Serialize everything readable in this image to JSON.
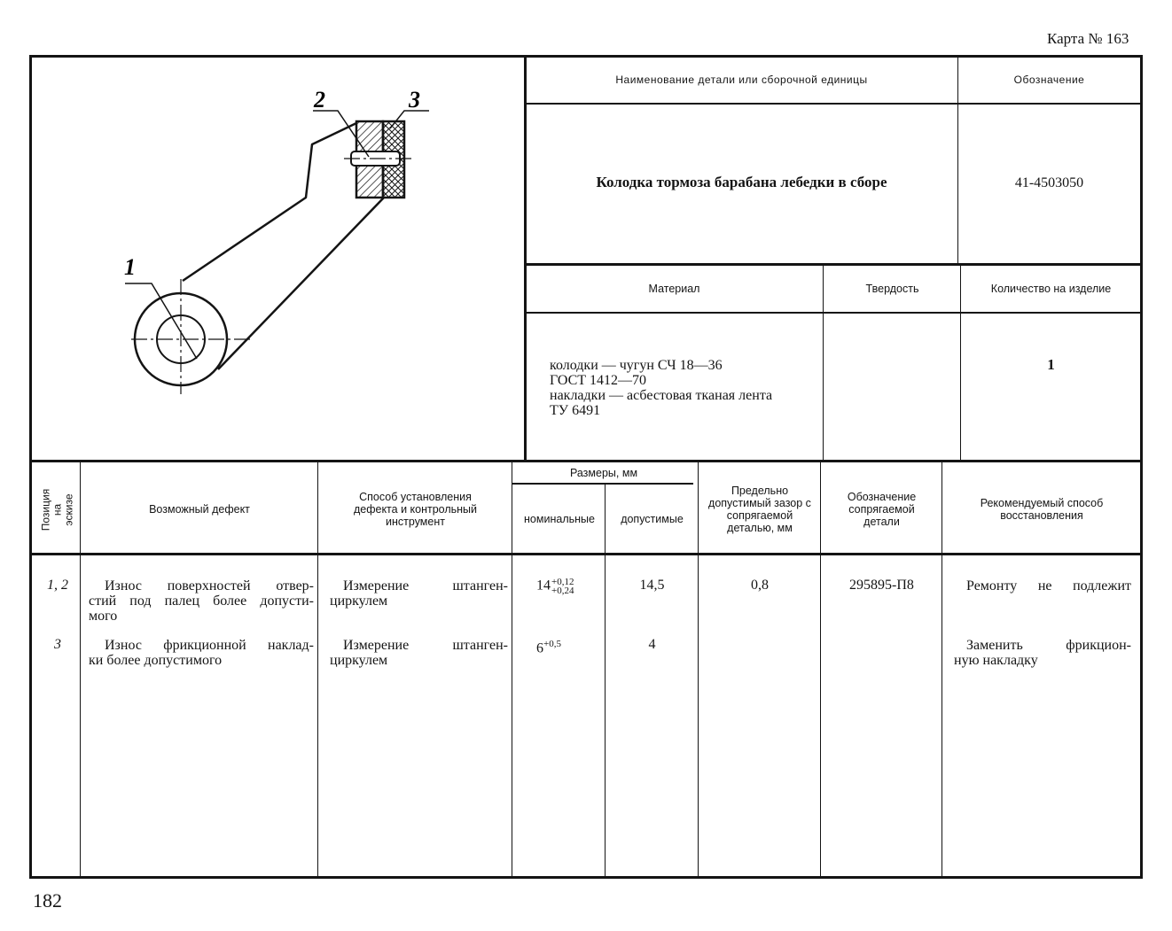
{
  "card_label": "Карта № 163",
  "page_number": "182",
  "header": {
    "name_label": "Наименование детали или сборочной единицы",
    "designation_label": "Обозначение",
    "part_name": "Колодка тормоза барабана лебедки в сборе",
    "part_designation": "41-4503050",
    "material_label": "Материал",
    "hardness_label": "Твердость",
    "quantity_label": "Количество на изделие",
    "material_lines": [
      "колодки — чугун СЧ 18—36",
      "ГОСТ 1412—70",
      "накладки — асбестовая тканая лента",
      "ТУ 6491"
    ],
    "hardness_value": "",
    "quantity_value": "1"
  },
  "sketch": {
    "callouts": [
      "1",
      "2",
      "3"
    ]
  },
  "table": {
    "columns": {
      "position": "Позиция на эскизе",
      "defect": "Возможный дефект",
      "method": "Способ установления дефекта и контрольный инструмент",
      "dimensions": "Размеры, мм",
      "nominal": "номинальные",
      "allowed": "допустимые",
      "gap": "Предельно допустимый зазор с сопрягаемой деталью, мм",
      "mating": "Обозначение сопрягаемой детали",
      "restore": "Рекомендуемый способ восстановления"
    },
    "rows": [
      {
        "position": "1, 2",
        "defect_lines": [
          "Износ поверхностей отвер-",
          "стий под палец более допусти-",
          "мого"
        ],
        "method_lines": [
          "Измерение штанген-",
          "циркулем"
        ],
        "nominal_base": "14",
        "nominal_upper": "+0,12",
        "nominal_lower": "+0,24",
        "allowed": "14,5",
        "gap": "0,8",
        "mating": "295895-П8",
        "restore_lines": [
          "Ремонту не подлежит"
        ]
      },
      {
        "position": "3",
        "defect_lines": [
          "Износ фрикционной наклад-",
          "ки более допустимого"
        ],
        "method_lines": [
          "Измерение штанген-",
          "циркулем"
        ],
        "nominal_base": "6",
        "nominal_upper": "+0,5",
        "nominal_lower": "",
        "allowed": "4",
        "gap": "",
        "mating": "",
        "restore_lines": [
          "Заменить фрикцион-",
          "ную накладку"
        ]
      }
    ]
  }
}
